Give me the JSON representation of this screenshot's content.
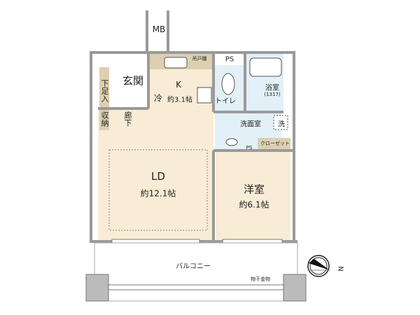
{
  "rooms": {
    "mb": "MB",
    "entrance": "玄関",
    "shoe_storage": "下足入",
    "storage": "収納",
    "hallway": "廊下",
    "kitchen": "K",
    "kitchen_size": "約3.1帖",
    "fridge": "冷",
    "hanging_cabinet": "吊戸棚",
    "ps_top": "PS",
    "toilet": "トイレ",
    "bath": "浴室",
    "bath_size": "(1317)",
    "washroom": "洗面室",
    "washer": "洗",
    "closet": "クローゼット",
    "ps_small": "PS",
    "ld": "LD",
    "ld_size": "約12.1帖",
    "western": "洋室",
    "western_size": "約6.1帖",
    "balcony": "バルコニー",
    "drying_hardware": "物干金物"
  },
  "compass": {
    "label": "N"
  },
  "colors": {
    "floor_beige": "#f8ecd6",
    "wet_blue": "#e3f0f8",
    "storage_tan": "#ddd0b0",
    "wall_gray": "#9a9a9a"
  }
}
